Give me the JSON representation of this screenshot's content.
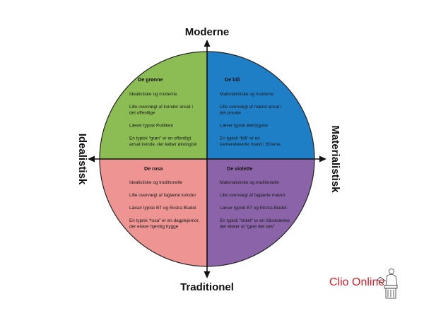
{
  "axes": {
    "top": "Moderne",
    "bottom": "Traditionel",
    "left": "Idealistisk",
    "right": "Materialistisk"
  },
  "quadrants": {
    "top_left": {
      "title": "De grønne",
      "color": "#8cbd54",
      "items": [
        [
          "Idealistiske og moderne"
        ],
        [
          "Lille overvægt af kvinder ansat i",
          "det offentlige"
        ],
        [
          "Læser typisk Politiken"
        ],
        [
          "En typisk “grøn” er en offentligt",
          "ansat kvinde, der køber økologisk"
        ]
      ]
    },
    "top_right": {
      "title": "De blå",
      "color": "#1f7fc6",
      "items": [
        [
          "Materialistiske og moderne"
        ],
        [
          "Lille overvægt af mænd ansat i",
          "det private"
        ],
        [
          "Læser typisk Berlingske"
        ],
        [
          "En typisk “blå” er en",
          "karrierebevidst mand i 30’erne"
        ]
      ]
    },
    "bottom_left": {
      "title": "De rosa",
      "color": "#ee9593",
      "items": [
        [
          "Idealistiske og traditionelle"
        ],
        [
          "Lille overvægt af faglærte kvinder"
        ],
        [
          "Læser typisk BT og Ekstra Bladet"
        ],
        [
          "En typisk “rosa” er en dagplejemor,",
          "der elsker hjemlig hygge"
        ]
      ]
    },
    "bottom_right": {
      "title": "De violette",
      "color": "#8a63a8",
      "items": [
        [
          "Materialistiske og traditionelle"
        ],
        [
          "Lille overvægt af faglærte mænd"
        ],
        [
          "Læser typisk BT og Ekstra Bladet"
        ],
        [
          "En typisk “violet” er en håndværker,",
          "der elsker at “gøre det selv”"
        ]
      ]
    }
  },
  "logo": {
    "text": "Clio Online",
    "color": "#d6202b"
  }
}
